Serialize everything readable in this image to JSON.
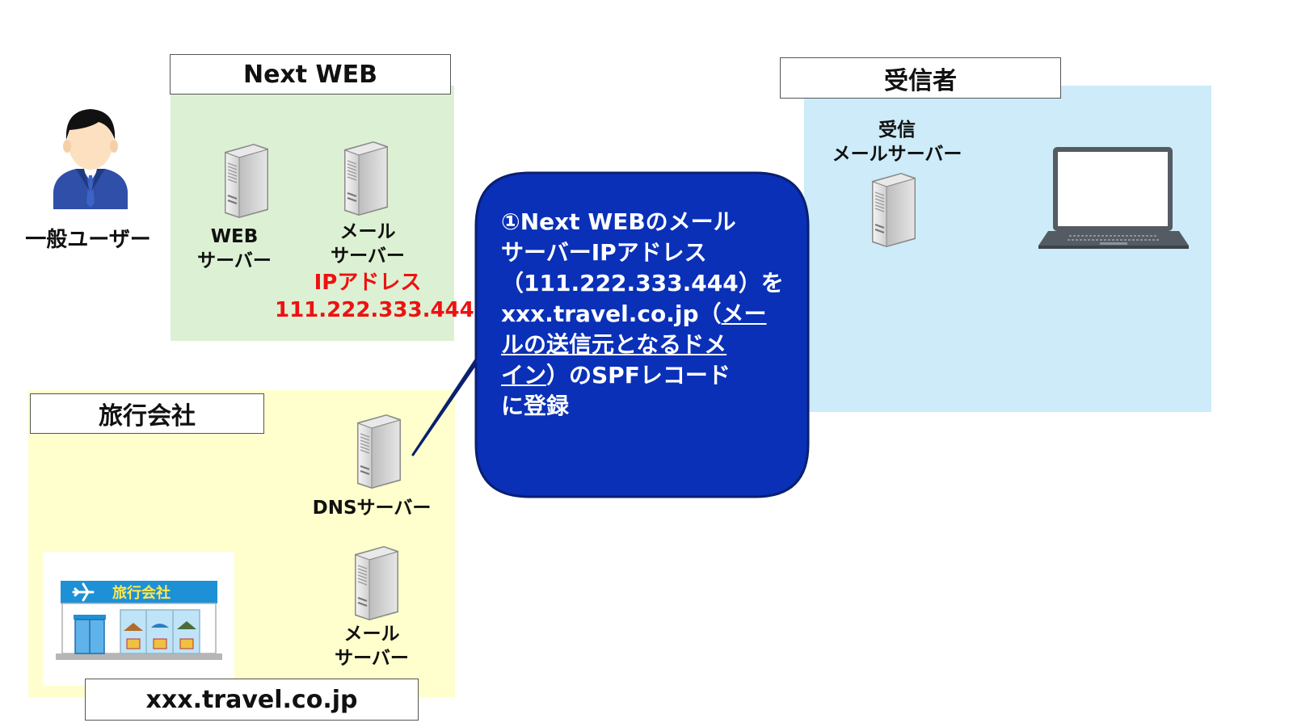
{
  "next_web": {
    "title": "Next WEB",
    "web_server_label": [
      "WEB",
      "サーバー"
    ],
    "mail_server_label": [
      "メール",
      "サーバー"
    ],
    "ip_label": "IPアドレス",
    "ip_value": "111.222.333.444"
  },
  "user": {
    "label": "一般ユーザー"
  },
  "receiver": {
    "title": "受信者",
    "mail_server_label": [
      "受信",
      "メールサーバー"
    ]
  },
  "travel": {
    "title": "旅行会社",
    "dns_label": "DNSサーバー",
    "mail_server_label": [
      "メール",
      "サーバー"
    ],
    "shop_sign": "旅行会社",
    "domain": "xxx.travel.co.jp"
  },
  "callout": {
    "line1": "①Next WEBのメール",
    "line2": "サーバーIPアドレス",
    "line3": "（111.222.333.444）を",
    "line4_plain": "xxx.travel.co.jp（",
    "line4_u": "メー",
    "line5_u": "ルの送信元となるドメ",
    "line6_u": "イン",
    "line6_plain": "）のSPFレコード",
    "line7": "に登録"
  },
  "colors": {
    "next_web_bg": "#dcf1d3",
    "receiver_bg": "#cdebf8",
    "travel_bg": "#feffcc",
    "callout_bg": "#0a30b8",
    "ip_text": "#ee1111"
  }
}
